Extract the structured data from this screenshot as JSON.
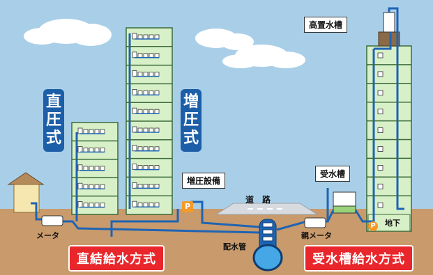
{
  "labels": {
    "direct_pressure": [
      "直",
      "圧",
      "式"
    ],
    "booster": [
      "増",
      "圧",
      "式"
    ],
    "booster_equipment": "増圧設備",
    "road": "道　路",
    "elevated_tank": "高置水槽",
    "receiving_tank": "受水槽",
    "meter": "メータ",
    "parent_meter": "親メータ",
    "distribution_pipe": "配水管",
    "basement": "地下",
    "pump_mark": "P",
    "direct_system_banner": "直結給水方式",
    "tank_system_banner": "受水槽給水方式"
  },
  "colors": {
    "sky": "#a9cfe8",
    "ground": "#c99a6b",
    "building_fill": "#d8f0c8",
    "building_stroke": "#3a6b3a",
    "pipe": "#1e64b4",
    "badge_blue": "#1d5ea8",
    "banner_red": "#e8262b",
    "pump_orange": "#f39a2b"
  }
}
